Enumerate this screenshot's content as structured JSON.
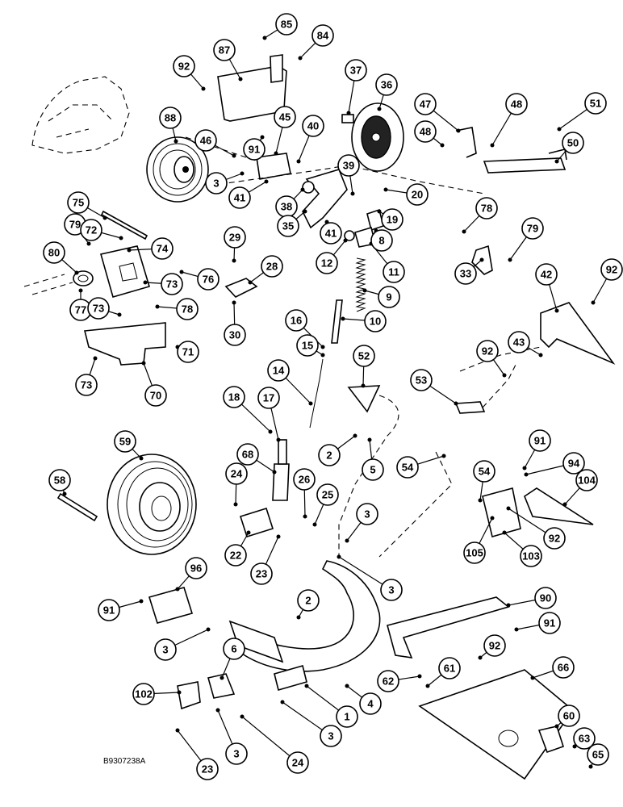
{
  "figure_id": "B9307238A",
  "callouts": [
    "1",
    "2",
    "3",
    "4",
    "5",
    "6",
    "8",
    "9",
    "10",
    "11",
    "12",
    "14",
    "15",
    "16",
    "17",
    "18",
    "19",
    "20",
    "22",
    "23",
    "24",
    "25",
    "26",
    "28",
    "29",
    "30",
    "33",
    "35",
    "36",
    "37",
    "38",
    "39",
    "40",
    "41",
    "42",
    "43",
    "46",
    "47",
    "48",
    "50",
    "51",
    "52",
    "53",
    "54",
    "58",
    "59",
    "60",
    "61",
    "62",
    "63",
    "65",
    "66",
    "68",
    "70",
    "71",
    "72",
    "73",
    "74",
    "75",
    "76",
    "77",
    "78",
    "79",
    "80",
    "84",
    "85",
    "87",
    "88",
    "90",
    "91",
    "92",
    "94",
    "96",
    "102",
    "103",
    "104",
    "105"
  ]
}
